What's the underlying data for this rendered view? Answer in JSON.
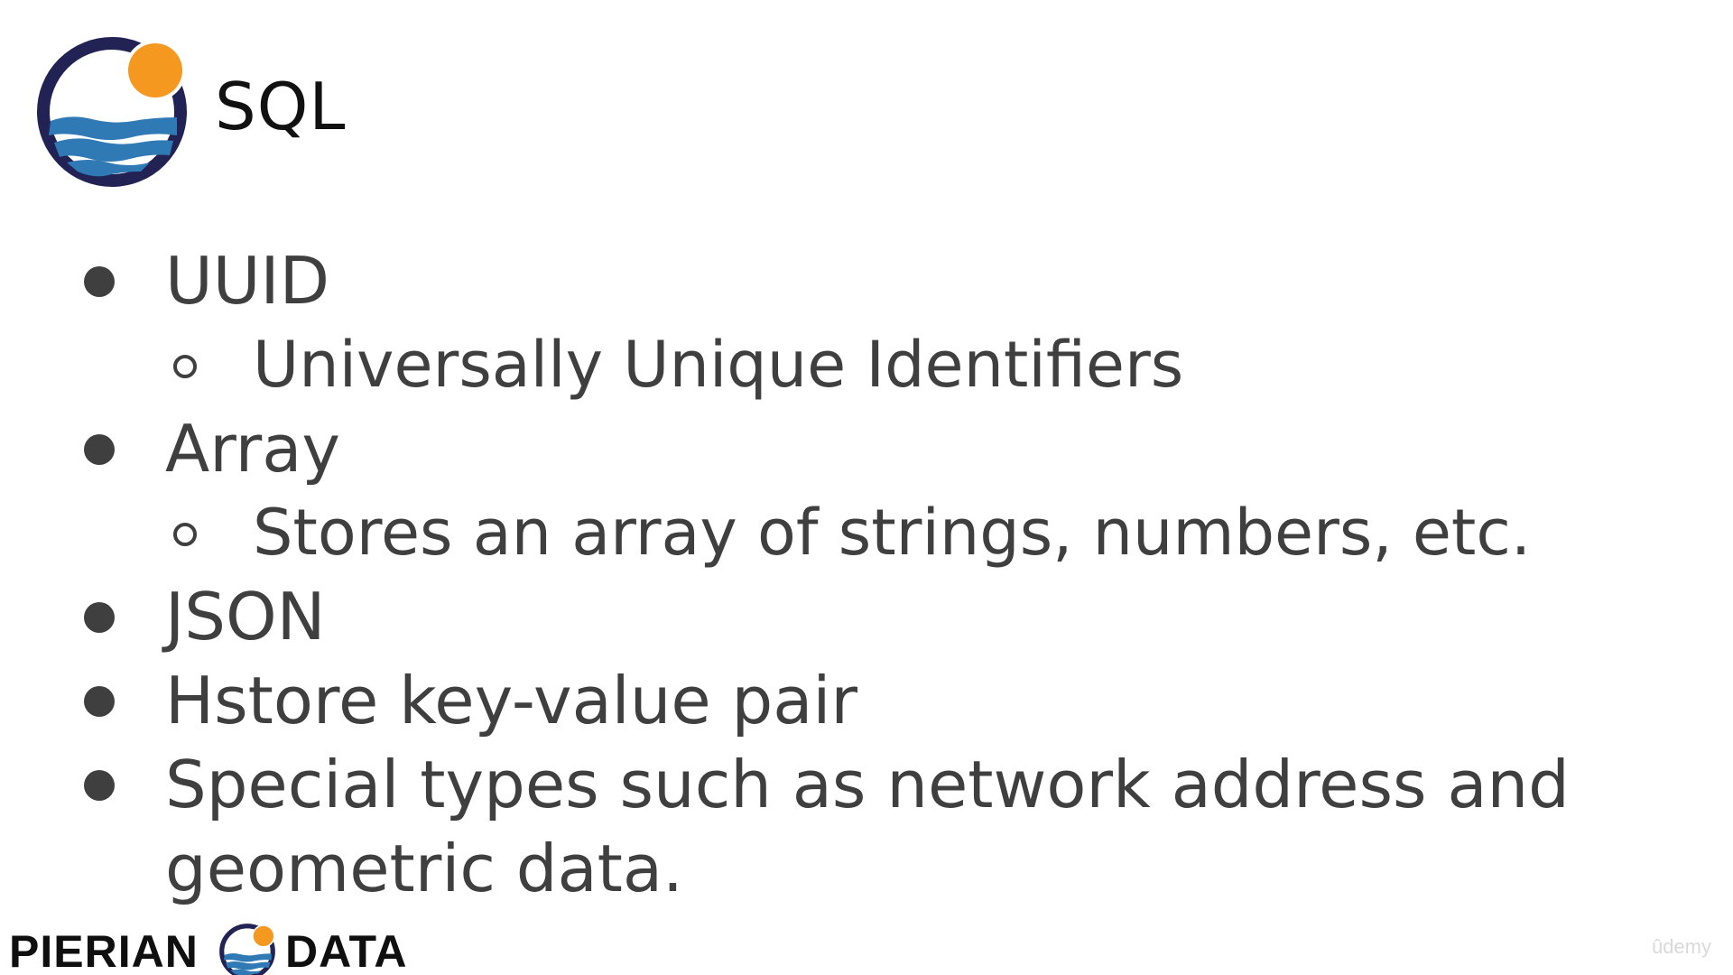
{
  "title": "SQL",
  "bullets": [
    {
      "text": "UUID",
      "sub": "Universally Unique Identifiers"
    },
    {
      "text": "Array",
      "sub": "Stores an array of strings, numbers, etc."
    },
    {
      "text": "JSON"
    },
    {
      "text": "Hstore key-value pair"
    },
    {
      "text": "Special types such as network address and",
      "continuation": "geometric data."
    }
  ],
  "footer": {
    "brand_left": "PIERIAN",
    "brand_right": "DATA",
    "watermark": "ûdemy"
  },
  "colors": {
    "logo_ring": "#222255",
    "logo_sun": "#f5981f",
    "logo_wave": "#2f79b5",
    "text": "#3f3f3f"
  }
}
